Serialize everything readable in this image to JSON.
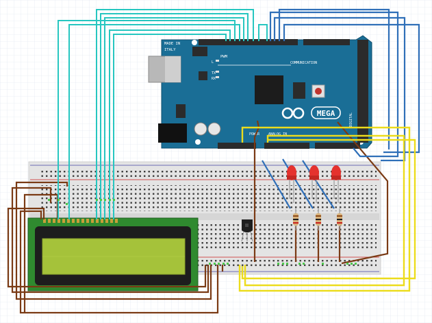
{
  "board": {
    "made_in": "MADE IN",
    "italy": "ITALY",
    "pwm": "PWM",
    "communication": "COMMUNICATION",
    "logo": "MEGA",
    "power": "POWER",
    "analog_in": "ANALOG IN",
    "digital": "DIGITAL",
    "tx": "TX",
    "rx": "RX",
    "l": "L",
    "color_board": "#1a6e96",
    "color_header": "#2b2b2b"
  },
  "colors": {
    "wire_cyan": "#26c6c0",
    "wire_blue": "#2f6fb8",
    "wire_yellow": "#ecdc1c",
    "wire_brown": "#7a3a14",
    "led_red": "#e5322e",
    "lcd_screen": "#a5c23a",
    "lcd_pcb": "#2f8a2f",
    "breadboard": "#e6e6e6"
  },
  "icons": {
    "logo": "infinity-logo-icon"
  }
}
